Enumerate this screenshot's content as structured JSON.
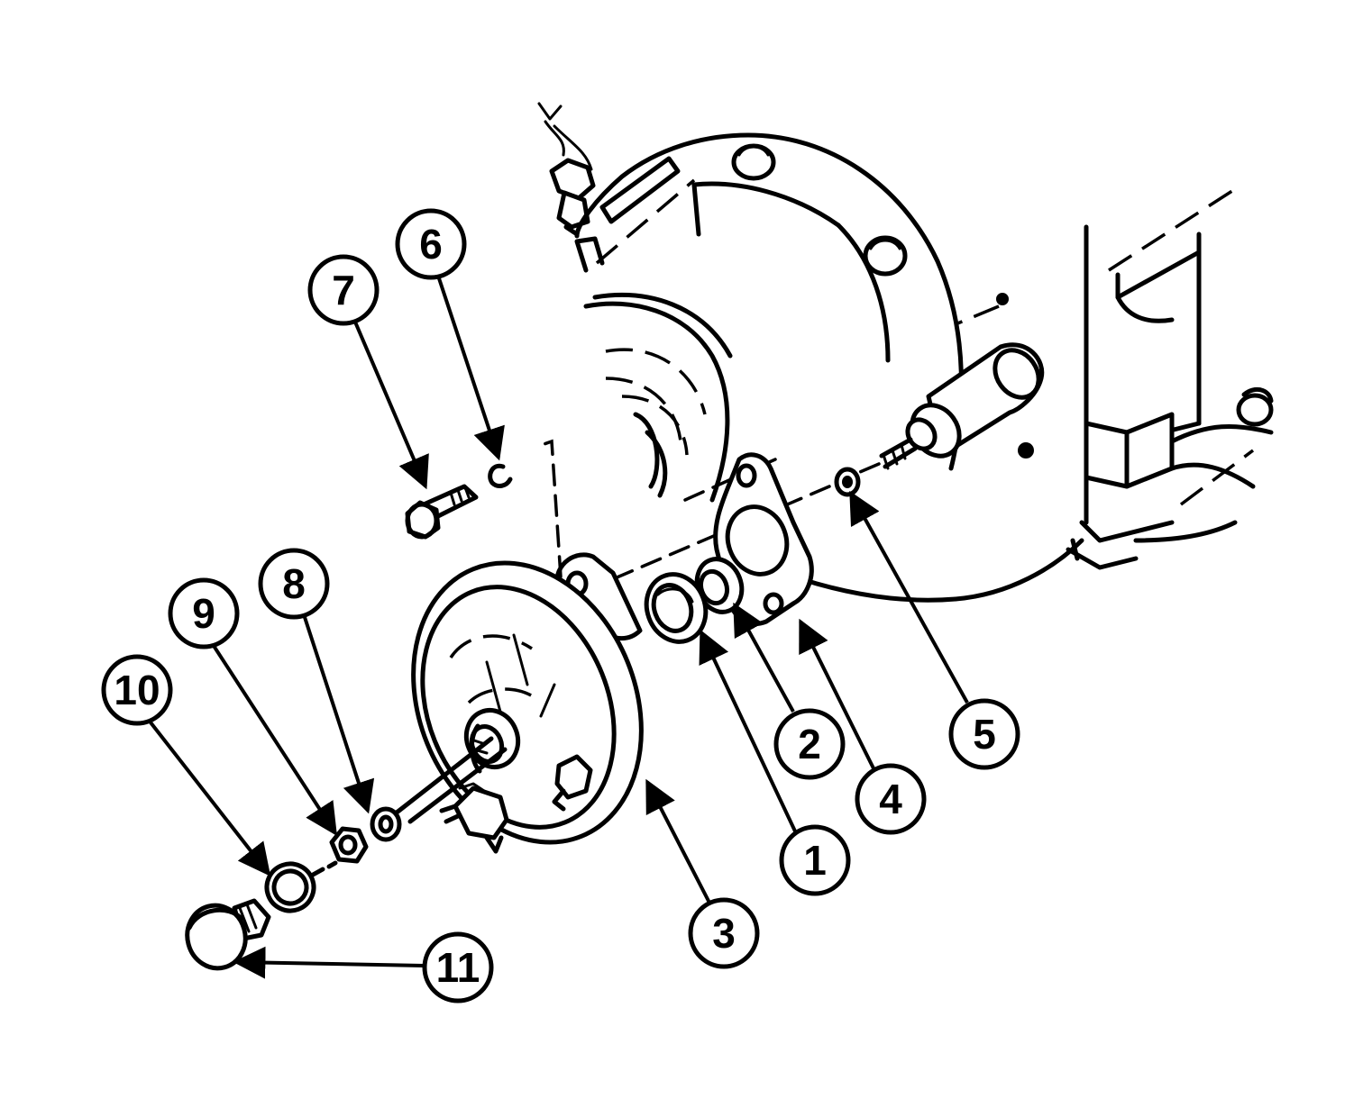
{
  "callouts": [
    {
      "id": "1",
      "label": "1"
    },
    {
      "id": "2",
      "label": "2"
    },
    {
      "id": "3",
      "label": "3"
    },
    {
      "id": "4",
      "label": "4"
    },
    {
      "id": "5",
      "label": "5"
    },
    {
      "id": "6",
      "label": "6"
    },
    {
      "id": "7",
      "label": "7"
    },
    {
      "id": "8",
      "label": "8"
    },
    {
      "id": "9",
      "label": "9"
    },
    {
      "id": "10",
      "label": "10"
    },
    {
      "id": "11",
      "label": "11"
    }
  ],
  "colors": {
    "ink": "#000000",
    "paper": "#ffffff"
  }
}
